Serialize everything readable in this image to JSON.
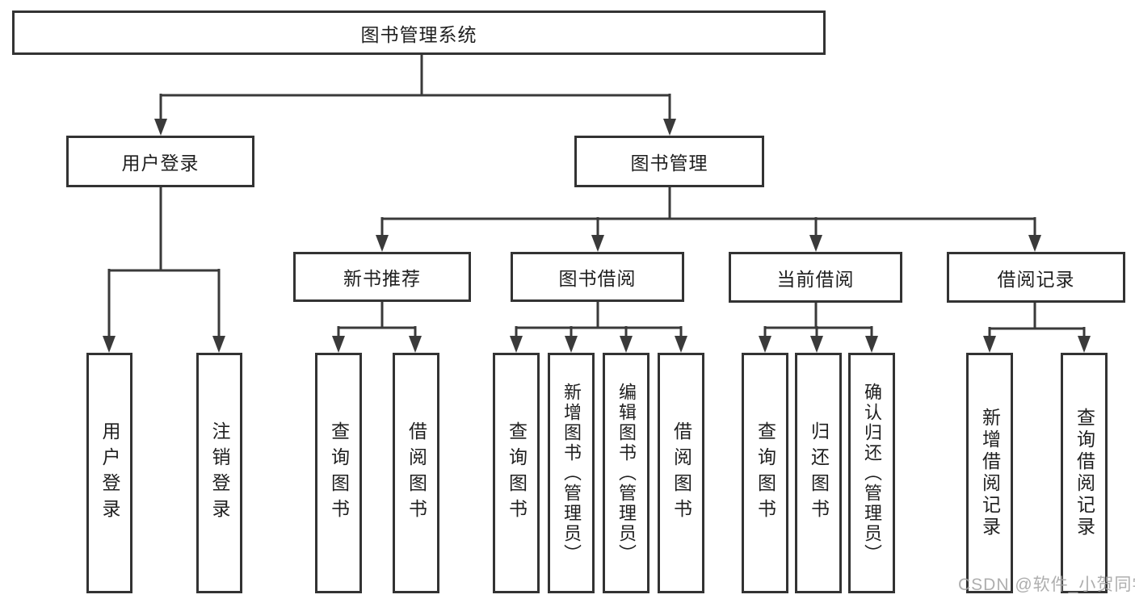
{
  "diagram": {
    "title": "图书管理系统",
    "nodes": {
      "root": "图书管理系统",
      "user_login": "用户登录",
      "book_mgmt": "图书管理",
      "new_book_rec": "新书推荐",
      "book_borrow": "图书借阅",
      "current_borrow": "当前借阅",
      "borrow_records": "借阅记录",
      "ul_login": "用户登录",
      "ul_logout": "注销登录",
      "nbr_query": "查询图书",
      "nbr_borrow": "借阅图书",
      "bb_query": "查询图书",
      "bb_add": "新增图书（管理员）",
      "bb_edit": "编辑图书（管理员）",
      "bb_borrow": "借阅图书",
      "cb_query": "查询图书",
      "cb_return": "归还图书",
      "cb_confirm": "确认归还（管理员）",
      "br_add": "新增借阅记录",
      "br_query": "查询借阅记录"
    },
    "tree": {
      "label": "图书管理系统",
      "children": [
        {
          "label": "用户登录",
          "children": [
            {
              "label": "用户登录"
            },
            {
              "label": "注销登录"
            }
          ]
        },
        {
          "label": "图书管理",
          "children": [
            {
              "label": "新书推荐",
              "children": [
                {
                  "label": "查询图书"
                },
                {
                  "label": "借阅图书"
                }
              ]
            },
            {
              "label": "图书借阅",
              "children": [
                {
                  "label": "查询图书"
                },
                {
                  "label": "新增图书（管理员）"
                },
                {
                  "label": "编辑图书（管理员）"
                },
                {
                  "label": "借阅图书"
                }
              ]
            },
            {
              "label": "当前借阅",
              "children": [
                {
                  "label": "查询图书"
                },
                {
                  "label": "归还图书"
                },
                {
                  "label": "确认归还（管理员）"
                }
              ]
            },
            {
              "label": "借阅记录",
              "children": [
                {
                  "label": "新增借阅记录"
                },
                {
                  "label": "查询借阅记录"
                }
              ]
            }
          ]
        }
      ]
    },
    "colors": {
      "background": "#ffffff",
      "line": "#3a3a3a",
      "box_border": "#333333",
      "text": "#1f1f1f",
      "watermark": "#a5a5a5"
    }
  },
  "watermark": {
    "text": "CSDN @软件_小贺同学"
  }
}
